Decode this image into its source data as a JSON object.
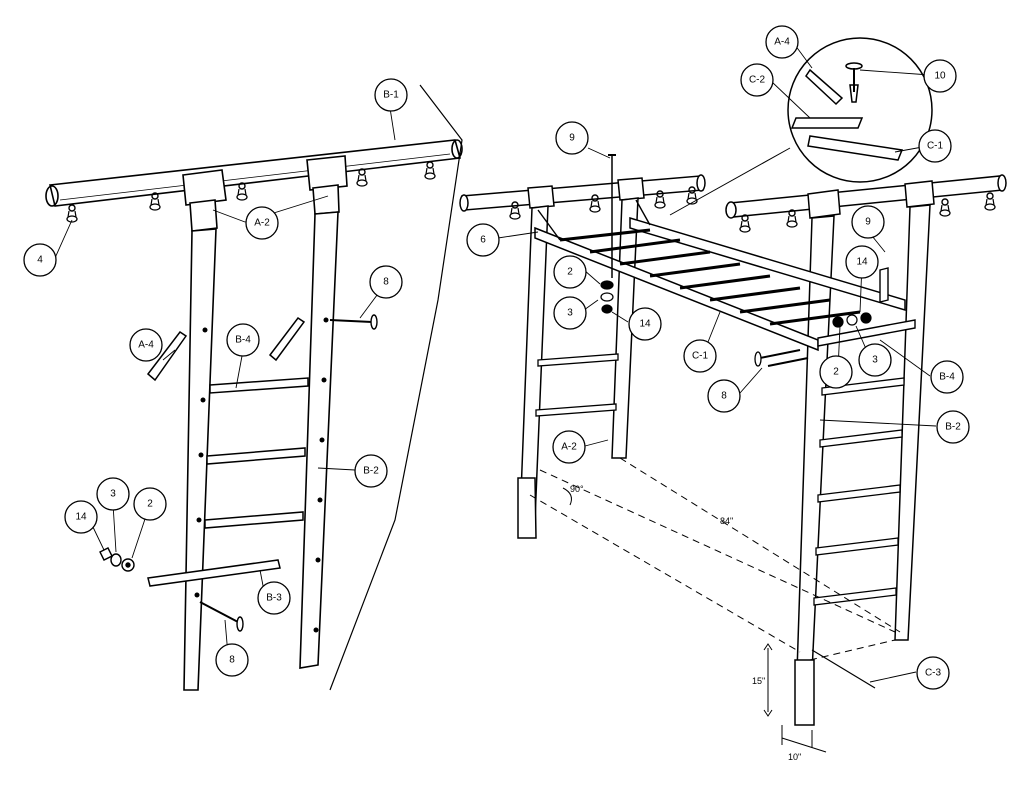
{
  "colors": {
    "ink": "#000000",
    "paper": "#ffffff"
  },
  "callouts": {
    "B1": "B-1",
    "A2_left": "A-2",
    "four": "4",
    "eight_top": "8",
    "A4_left": "A-4",
    "B4_left": "B-4",
    "B2_left": "B-2",
    "fourteen_left": "14",
    "three_left": "3",
    "two_left": "2",
    "B3": "B-3",
    "eight_bottom": "8",
    "A4_detail": "A-4",
    "ten": "10",
    "C2": "C-2",
    "C1_detail": "C-1",
    "nine_left": "9",
    "six": "6",
    "two_mid": "2",
    "three_mid": "3",
    "fourteen_mid": "14",
    "C1_mid": "C-1",
    "eight_right": "8",
    "A2_right": "A-2",
    "nine_right": "9",
    "fourteen_right": "14",
    "two_right": "2",
    "three_right": "3",
    "B4_right": "B-4",
    "B2_right": "B-2",
    "C3": "C-3"
  },
  "dimensions": {
    "angle": "90°",
    "length": "84\"",
    "height": "15\"",
    "width": "10\""
  }
}
